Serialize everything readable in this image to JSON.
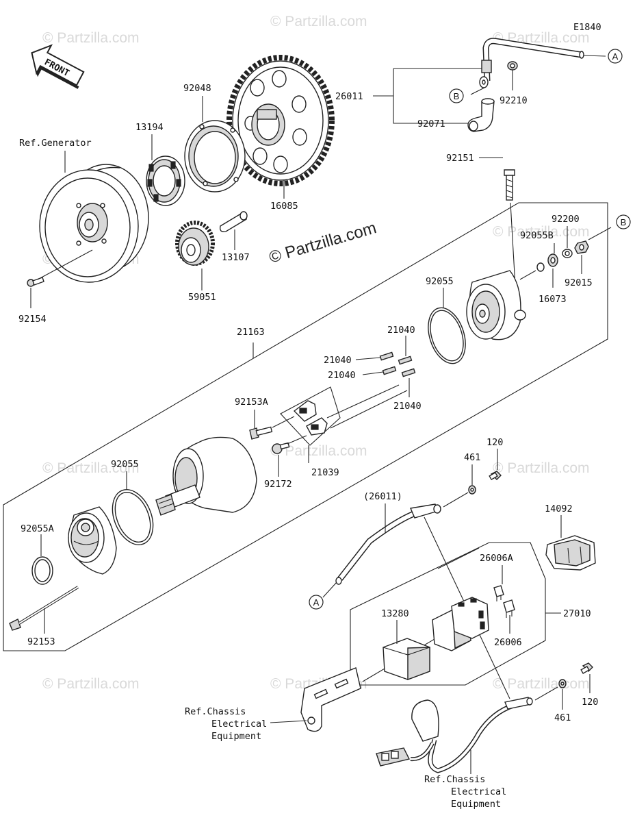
{
  "diagram_code": "E1840",
  "front_label": "FRONT",
  "watermark_main": "© Partzilla.com",
  "watermark_small": "© Partzilla.com",
  "callouts": {
    "a": "A",
    "b": "B"
  },
  "labels": {
    "p26011": "26011",
    "p92210": "92210",
    "p92071": "92071",
    "p92048": "92048",
    "p13194": "13194",
    "ref_generator": "Ref.Generator",
    "p16085": "16085",
    "p13107": "13107",
    "p59051": "59051",
    "p92154": "92154",
    "p92151": "92151",
    "p92200": "92200",
    "p92055b": "92055B",
    "p92015": "92015",
    "p16073": "16073",
    "p92055_upper": "92055",
    "p21163": "21163",
    "p21040_a": "21040",
    "p21040_b": "21040",
    "p21040_c": "21040",
    "p21040_d": "21040",
    "p92153a": "92153A",
    "p92172": "92172",
    "p21039": "21039",
    "p92055_lower": "92055",
    "p92055a": "92055A",
    "p92153": "92153",
    "p120_upper": "120",
    "p461_upper": "461",
    "p26011_paren": "(26011)",
    "p14092": "14092",
    "p26006a": "26006A",
    "p27010": "27010",
    "p13280": "13280",
    "p26006": "26006",
    "p461_lower": "461",
    "p120_lower": "120",
    "ref_chassis_1": [
      "Ref.Chassis",
      "Electrical",
      "Equipment"
    ],
    "ref_chassis_2": [
      "Ref.Chassis",
      "Electrical",
      "Equipment"
    ]
  }
}
